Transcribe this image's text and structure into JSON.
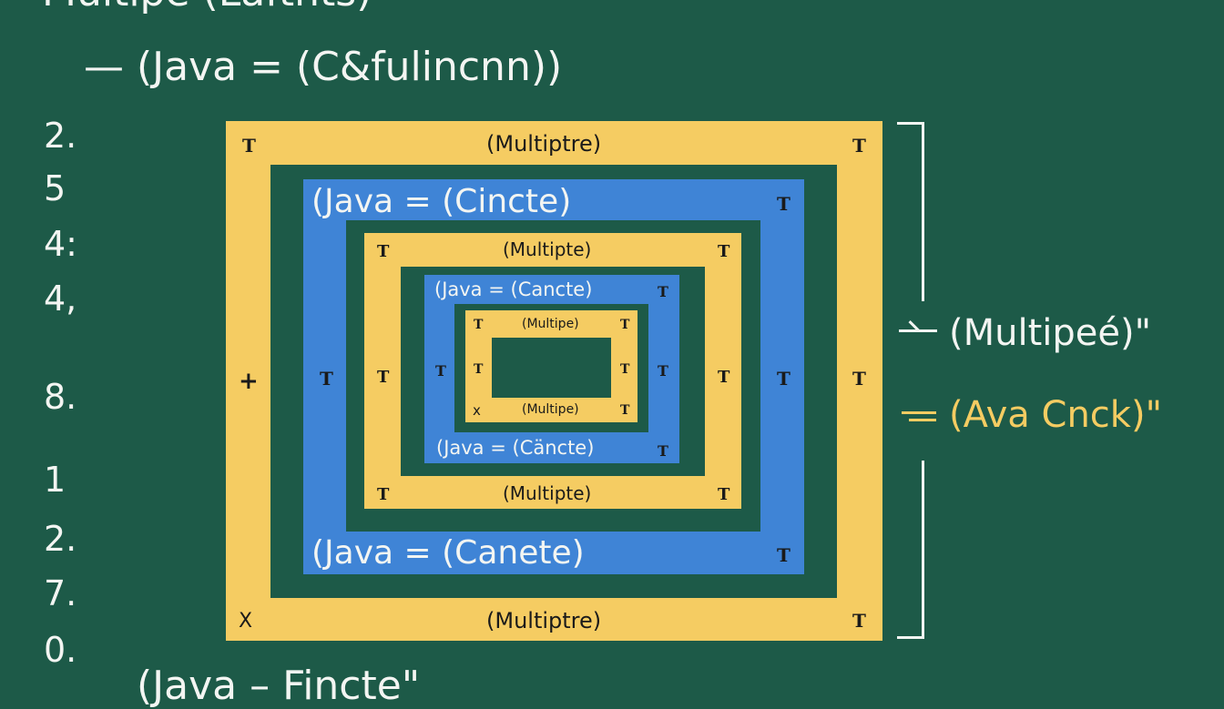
{
  "heading": {
    "top_partial": "Multipe (Laftnts)",
    "bottom_partial": "(Java – Fincte\""
  },
  "top_line": {
    "dash": "—",
    "formula": "(Java = (C&fulincnn))"
  },
  "left_numbers": [
    "2.",
    "5",
    "4:",
    "4,",
    "8.",
    "1",
    "2.",
    "7.",
    "0."
  ],
  "diagram": {
    "outer_top_label": "(Multiptre)",
    "outer_bottom_label": "(Multiptre)",
    "blue1_top_label": "(Java = (Cincte)",
    "blue1_bottom_label": "(Java = (Canete)",
    "yellow2_top_label": "(Multipte)",
    "yellow2_bottom_label": "(Multipte)",
    "blue2_top_label": "(Java = (Cancte)",
    "blue2_bottom_label": "(Java = (Cäncte)",
    "yellow3_top_label": "(Multipe)",
    "yellow3_bottom_label": "(Multipe)",
    "mark_t": "T",
    "mark_plus": "+",
    "mark_x": "X",
    "mark_x_small": "x"
  },
  "right_labels": {
    "multipee": "(Multipeé)\"",
    "ava": "(Ava Cnck)\""
  },
  "colors": {
    "background": "#1d5a48",
    "yellow": "#f5cc62",
    "blue": "#3f84d6",
    "text_light": "#f3f5f2"
  }
}
